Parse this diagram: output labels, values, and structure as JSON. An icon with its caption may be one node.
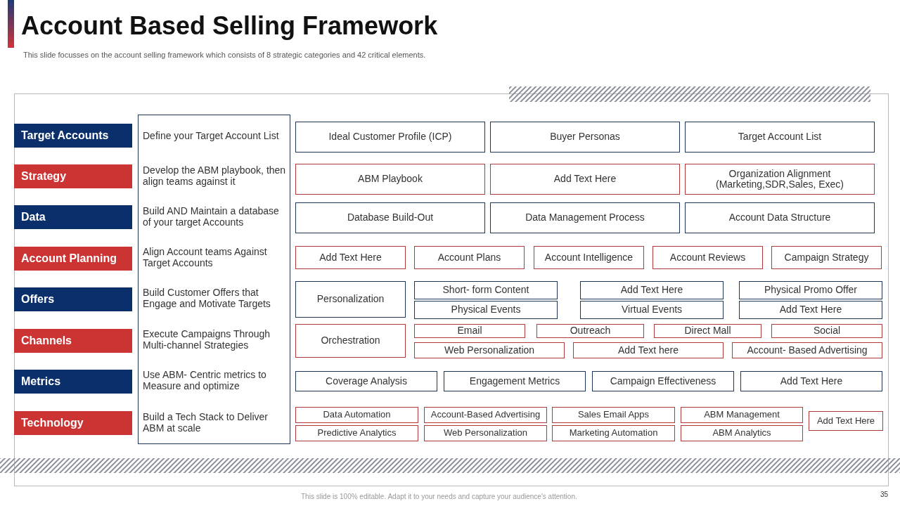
{
  "diagram": {
    "title": "Account Based Selling Framework",
    "nodes": [
      {
        "text": [
          "Define your Target Account List",
          "Develop the ABM playbook, then align teams against it",
          "Build AND Maintain a database of your target Accounts",
          "Align Account teams Against Target Accounts",
          "Build Customer Offers that Engage and Motivate Targets",
          "Execute Campaigns Through Multi-channel Strategies",
          "Use ABM- Centric metrics to Measure and optimize",
          "Build a Tech Stack to Deliver ABM at scale"
        ]
      },
      {
        "text": [
          "Target Accounts"
        ]
      },
      {
        "text": [
          "Strategy"
        ]
      },
      {
        "text": [
          "Data"
        ]
      },
      {
        "text": [
          "Account Planning"
        ]
      },
      {
        "text": [
          "Offers"
        ]
      },
      {
        "text": [
          "Channels"
        ]
      },
      {
        "text": [
          "Metrics"
        ]
      },
      {
        "text": [
          "Technology"
        ]
      },
      {
        "text": [
          "Ideal Customer Profile (ICP)"
        ]
      },
      {
        "text": [
          "Buyer Personas"
        ]
      },
      {
        "text": [
          "Target Account List"
        ]
      },
      {
        "text": [
          "ABM Playbook"
        ]
      },
      {
        "text": [
          "Add Text Here"
        ]
      },
      {
        "text": [
          "Organization Alignment (Marketing,SDR,Sales, Exec)"
        ]
      },
      {
        "text": [
          "Database Build-Out"
        ]
      },
      {
        "text": [
          "Data Management Process"
        ]
      },
      {
        "text": [
          "Account Data Structure"
        ]
      },
      {
        "text": [
          "Add Text Here"
        ]
      },
      {
        "text": [
          "Account Plans"
        ]
      },
      {
        "text": [
          "Account Intelligence"
        ]
      },
      {
        "text": [
          "Account Reviews"
        ]
      },
      {
        "text": [
          "Campaign Strategy"
        ]
      },
      {
        "text": [
          "Personalization"
        ]
      },
      {
        "text": [
          "Short- form Content"
        ]
      },
      {
        "text": [
          "Add Text Here"
        ]
      },
      {
        "text": [
          "Physical Promo Offer"
        ]
      },
      {
        "text": [
          "Physical Events"
        ]
      },
      {
        "text": [
          "Virtual Events"
        ]
      },
      {
        "text": [
          "Add Text Here"
        ]
      },
      {
        "text": [
          "Orchestration"
        ]
      },
      {
        "text": [
          "Email"
        ]
      },
      {
        "text": [
          "Outreach"
        ]
      },
      {
        "text": [
          "Direct Mall"
        ]
      },
      {
        "text": [
          "Social"
        ]
      },
      {
        "text": [
          "Web Personalization"
        ]
      },
      {
        "text": [
          "Add Text here"
        ]
      },
      {
        "text": [
          "Account- Based Advertising"
        ]
      },
      {
        "text": [
          "Coverage Analysis"
        ]
      },
      {
        "text": [
          "Engagement Metrics"
        ]
      },
      {
        "text": [
          "Campaign Effectiveness"
        ]
      },
      {
        "text": [
          "Add Text Here"
        ]
      },
      {
        "text": [
          "Data Automation"
        ]
      },
      {
        "text": [
          "Account-Based Advertising"
        ]
      },
      {
        "text": [
          "Sales Email Apps"
        ]
      },
      {
        "text": [
          "ABM Management"
        ]
      },
      {
        "text": [
          "Add Text Here"
        ]
      },
      {
        "text": [
          "Predictive Analytics"
        ]
      },
      {
        "text": [
          "Web Personalization"
        ]
      },
      {
        "text": [
          "Marketing Automation"
        ]
      },
      {
        "text": [
          "ABM Analytics"
        ]
      }
    ],
    "labels": [
      "This slide focusses on the account selling framework which consists  of 8 strategic categories and 42 critical elements.",
      "This slide is 100% editable. Adapt it to your needs and capture your audience's attention.",
      "35"
    ]
  }
}
